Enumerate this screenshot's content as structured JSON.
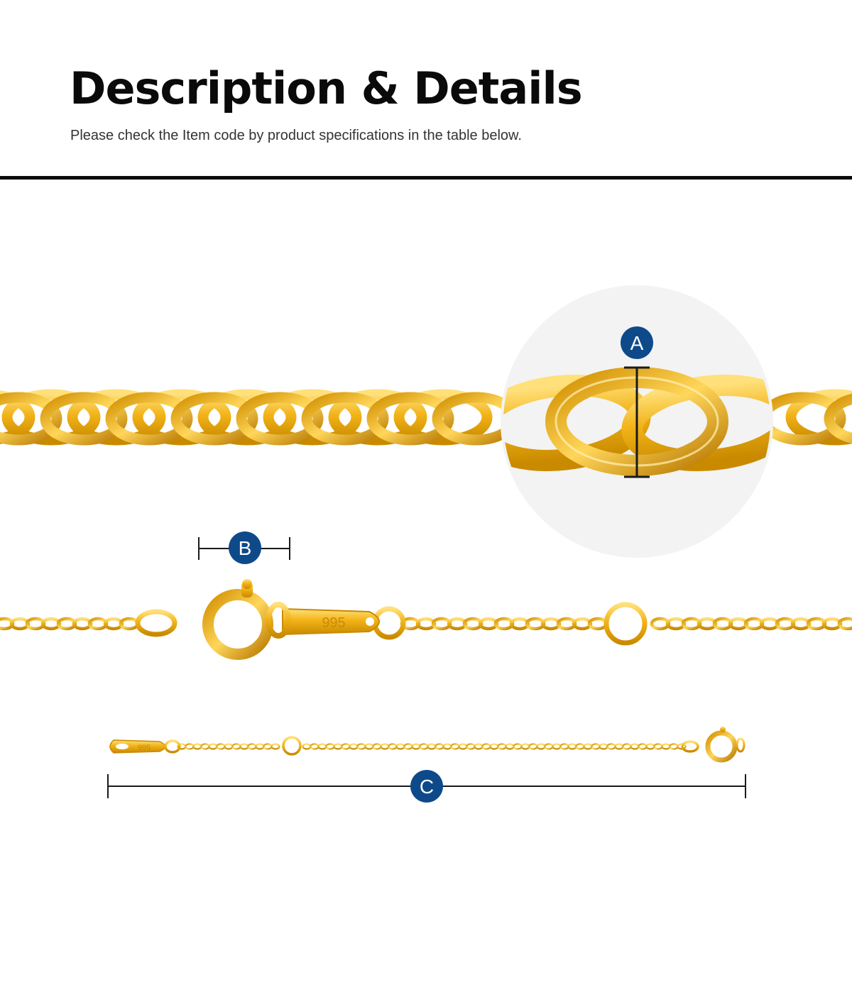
{
  "header": {
    "title": "Description & Details",
    "subtitle": "Please check the Item code by product specifications in the table below."
  },
  "markers": {
    "a": "A",
    "b": "B",
    "c": "C"
  },
  "stamps": {
    "clasp_tag": "995",
    "end_tag": "995"
  },
  "colors": {
    "gold": "#f2b318",
    "gold_dark": "#b87800",
    "gold_light": "#ffe07a",
    "marker_blue": "#0e4a8a",
    "zoom_circle": "#f3f3f3"
  }
}
